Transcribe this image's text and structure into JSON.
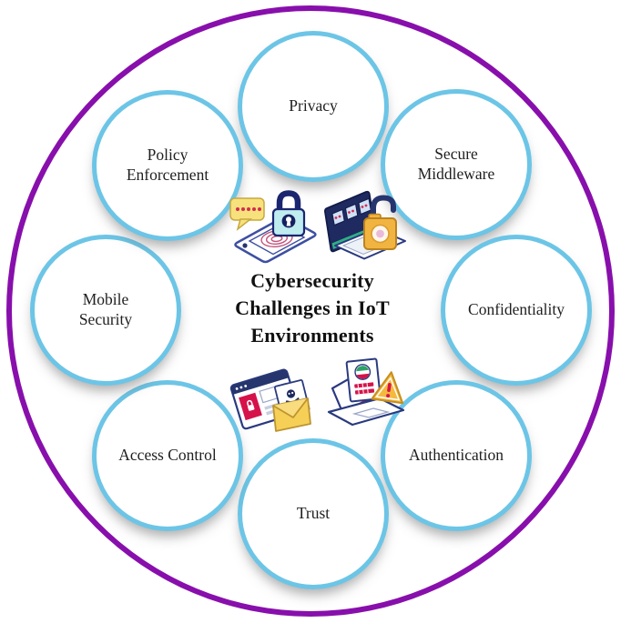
{
  "figure": {
    "title_full": "Cybersecurity Challenges in IoT Environments",
    "title_lines": [
      "Cybersecurity",
      "Challenges in IoT",
      "Environments"
    ]
  },
  "nodes": [
    {
      "id": "privacy",
      "label": "Privacy"
    },
    {
      "id": "secure-middleware",
      "label": "Secure Middleware"
    },
    {
      "id": "confidentiality",
      "label": "Confidentiality"
    },
    {
      "id": "authentication",
      "label": "Authentication"
    },
    {
      "id": "trust",
      "label": "Trust"
    },
    {
      "id": "access-control",
      "label": "Access Control"
    },
    {
      "id": "mobile-security",
      "label": "Mobile Security"
    },
    {
      "id": "policy-enforcement",
      "label": "Policy Enforcement"
    }
  ],
  "icons": [
    {
      "name": "phone-fingerprint-lock-icon"
    },
    {
      "name": "laptop-password-lock-icon"
    },
    {
      "name": "browser-phishing-email-icon"
    },
    {
      "name": "laptop-id-warning-icon"
    }
  ],
  "colors": {
    "outer_ring": "#880FAC",
    "node_border": "#6CC5E6",
    "text": "#1F1F1F"
  }
}
